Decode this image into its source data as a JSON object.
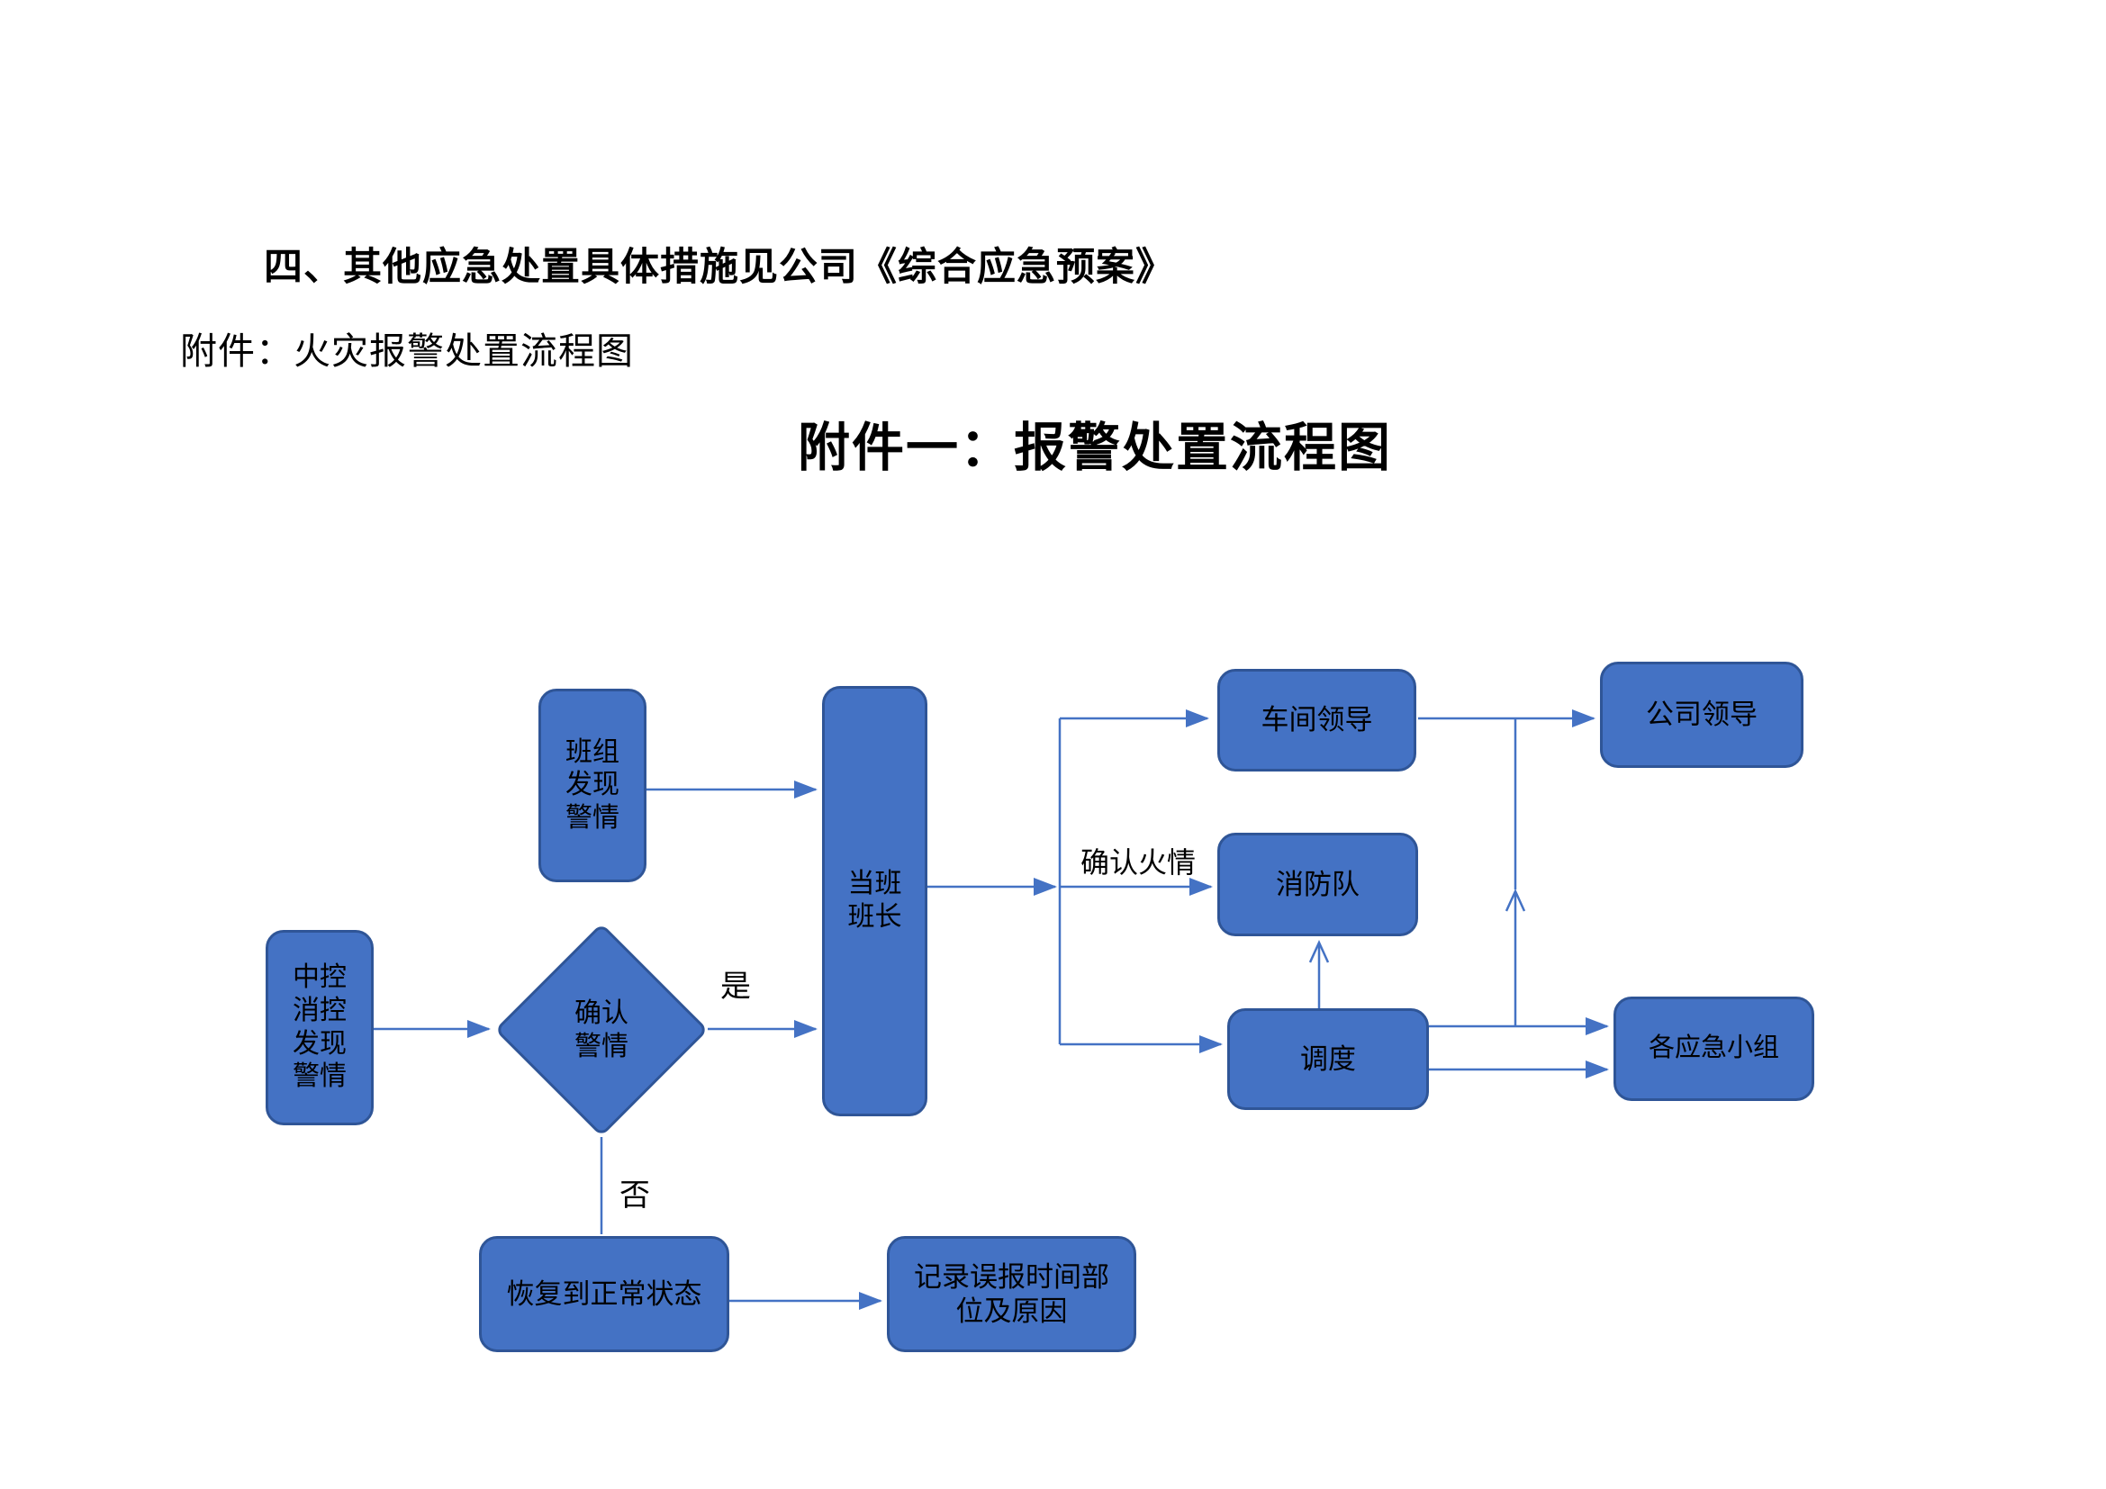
{
  "document": {
    "heading_bold": "四、其他应急处置具体措施见公司《综合应急预案》",
    "heading_sub": "附件：火灾报警处置流程图",
    "title": "附件一：报警处置流程图"
  },
  "colors": {
    "node_fill": "#4472C4",
    "node_border": "#2F5597",
    "arrow": "#4472C4",
    "text": "#000000",
    "background": "#FFFFFF"
  },
  "flowchart": {
    "nodes": {
      "banzu": {
        "label": "班组\n发现\n警情",
        "shape": "rounded-rect"
      },
      "zhongkong": {
        "label": "中控\n消控\n发现\n警情",
        "shape": "rounded-rect"
      },
      "queren": {
        "label": "确认\n警情",
        "shape": "diamond"
      },
      "dangban": {
        "label": "当班\n班长",
        "shape": "rounded-rect"
      },
      "chejian": {
        "label": "车间领导",
        "shape": "rounded-rect"
      },
      "gongsi": {
        "label": "公司领导",
        "shape": "rounded-rect"
      },
      "xiaofang": {
        "label": "消防队",
        "shape": "rounded-rect"
      },
      "diaodu": {
        "label": "调度",
        "shape": "rounded-rect"
      },
      "yingji": {
        "label": "各应急小组",
        "shape": "rounded-rect"
      },
      "huifu": {
        "label": "恢复到正常状态",
        "shape": "rounded-rect"
      },
      "jilu": {
        "label": "记录误报时间部\n位及原因",
        "shape": "rounded-rect"
      }
    },
    "edge_labels": {
      "yes": "是",
      "no": "否",
      "fire_confirmed": "确认火情"
    }
  }
}
